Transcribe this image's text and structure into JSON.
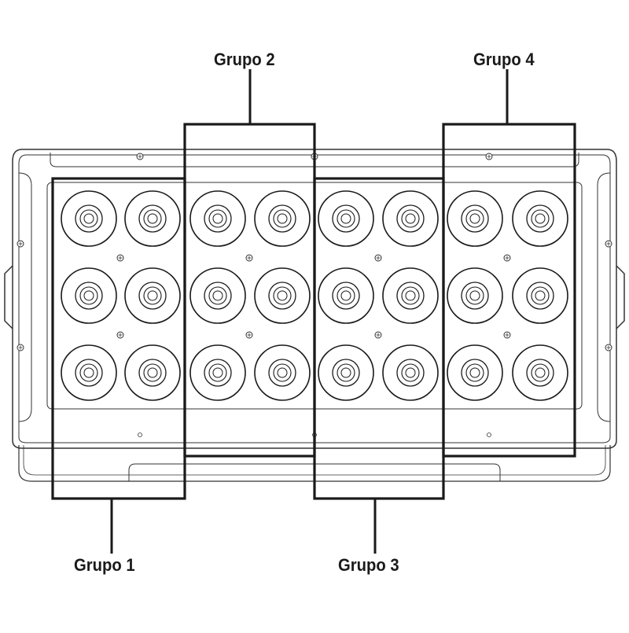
{
  "groups": [
    {
      "id": "1",
      "label": "Grupo 1"
    },
    {
      "id": "2",
      "label": "Grupo 2"
    },
    {
      "id": "3",
      "label": "Grupo 3"
    },
    {
      "id": "4",
      "label": "Grupo 4"
    }
  ],
  "fixture": {
    "led_columns": 8,
    "led_rows": 3,
    "leds_per_group": 6
  },
  "colors": {
    "line": "#1a1a1a",
    "thin_line": "#333333",
    "background": "#ffffff"
  }
}
